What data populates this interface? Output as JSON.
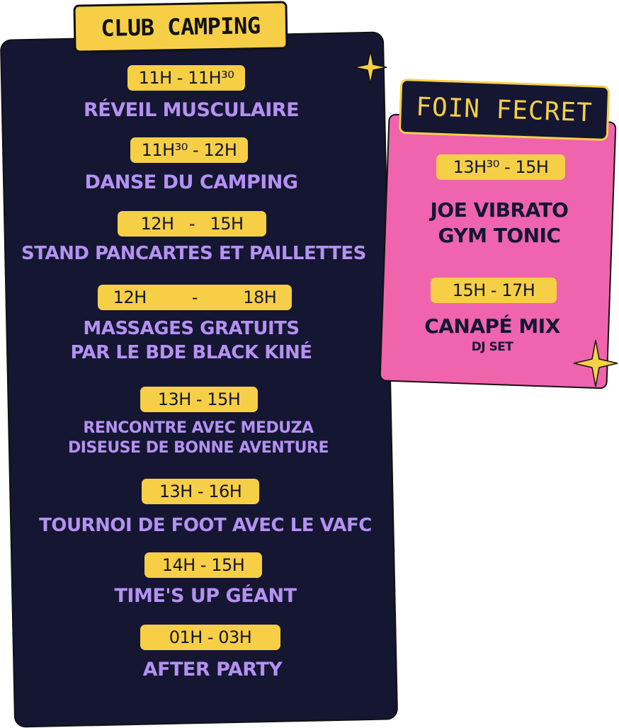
{
  "club_camping": {
    "title": "CLUB CAMPING",
    "items": [
      {
        "time": "11H - 11H³⁰",
        "activity": "RÉVEIL MUSCULAIRE",
        "activity2": ""
      },
      {
        "time": "11H³⁰ - 12H",
        "activity": "DANSE DU CAMPING",
        "activity2": ""
      },
      {
        "time": "12H   -   15H",
        "activity": "STAND PANCARTES ET PAILLETTES",
        "activity2": ""
      },
      {
        "time": "12H         -         18H",
        "activity": "MASSAGES GRATUITS",
        "activity2": "PAR LE BDE BLACK KINÉ"
      },
      {
        "time": "13H - 15H",
        "activity": "RENCONTRE AVEC MEDUZA",
        "activity2": "DISEUSE DE BONNE AVENTURE"
      },
      {
        "time": "13H - 16H",
        "activity": "TOURNOI DE FOOT AVEC LE VAFC",
        "activity2": ""
      },
      {
        "time": "14H - 15H",
        "activity": "TIME'S UP GÉANT",
        "activity2": ""
      },
      {
        "time": "01H - 03H",
        "activity": "AFTER PARTY",
        "activity2": ""
      }
    ]
  },
  "foin_fecret": {
    "title": "FOIN FECRET",
    "items": [
      {
        "time": "13H³⁰ - 15H",
        "activity": "JOE VIBRATO",
        "activity2": "GYM TONIC",
        "sub": ""
      },
      {
        "time": "15H - 17H",
        "activity": "CANAPÉ MIX",
        "activity2": "",
        "sub": "DJ SET"
      }
    ]
  },
  "colors": {
    "navy": "#141632",
    "yellow": "#f6cf47",
    "lavender": "#b591f2",
    "pink": "#ef64ad"
  },
  "icons": [
    "sparkle-star-icon",
    "sparkle-star-icon"
  ]
}
